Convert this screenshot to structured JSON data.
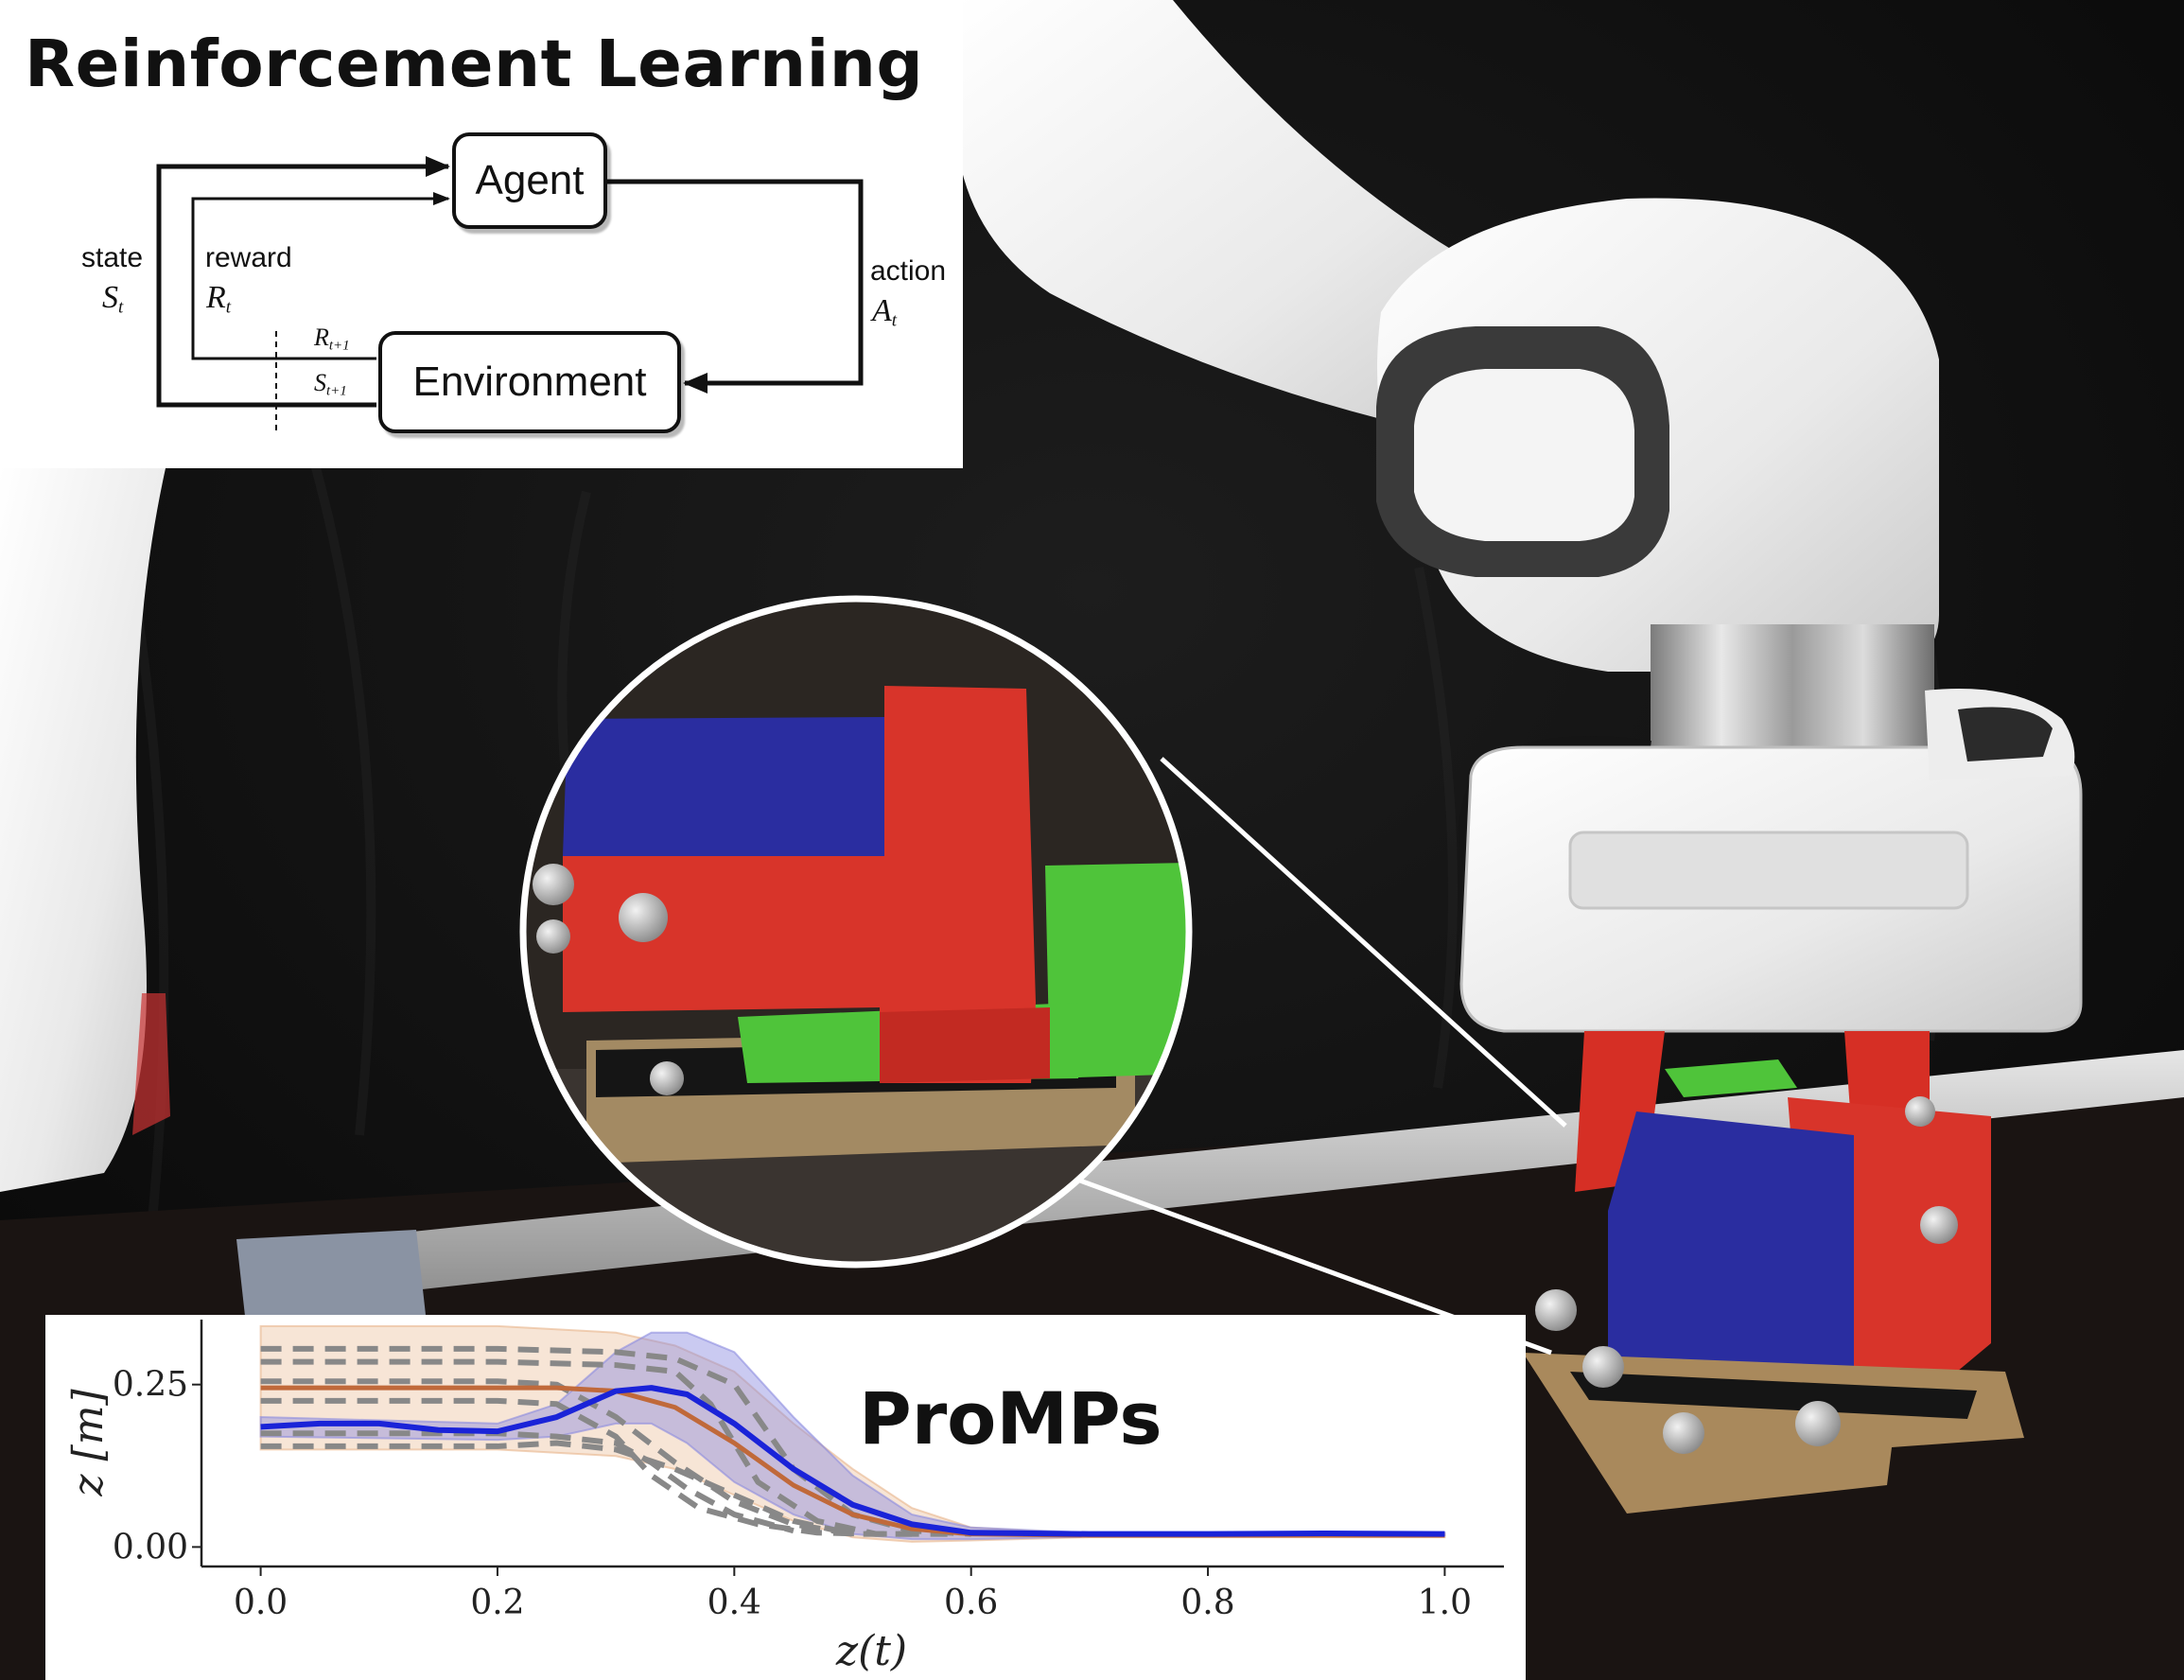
{
  "diagram": {
    "title": "Reinforcement Learning",
    "nodes": {
      "agent": "Agent",
      "environment": "Environment"
    },
    "labels": {
      "state": "state",
      "state_sym": "S",
      "state_sub": "t",
      "reward": "reward",
      "reward_sym": "R",
      "reward_sub": "t",
      "action": "action",
      "action_sym": "A",
      "action_sub": "t",
      "next_reward_sym": "R",
      "next_reward_sub": "t+1",
      "next_state_sym": "S",
      "next_state_sub": "t+1"
    }
  },
  "photo": {
    "subject": "robot arm gripper holding colored 3D-printed blocks",
    "block_colors": {
      "red": "#d9332a",
      "blue": "#2c2fa0",
      "green": "#4fc43a"
    },
    "background": "#111111"
  },
  "plot_label": "ProMPs",
  "chart_data": {
    "type": "line",
    "xlabel": "z(t)",
    "ylabel": "z [m]",
    "xlim": [
      -0.05,
      1.05
    ],
    "ylim": [
      -0.03,
      0.35
    ],
    "x_ticks": [
      "0.0",
      "0.2",
      "0.4",
      "0.6",
      "0.8",
      "1.0"
    ],
    "y_ticks": [
      "0.00",
      "0.25"
    ],
    "x_tick_values": [
      0,
      0.2,
      0.4,
      0.6,
      0.8,
      1.0
    ],
    "y_tick_values": [
      0,
      0.25
    ],
    "grid": false,
    "series": [
      {
        "role": "demonstration",
        "color": "#888888",
        "dashed": true,
        "x": [
          0,
          0.2,
          0.3,
          0.35,
          0.4,
          0.45,
          0.5,
          0.55,
          0.6
        ],
        "y": [
          0.305,
          0.305,
          0.3,
          0.29,
          0.25,
          0.12,
          0.05,
          0.025,
          0.02
        ]
      },
      {
        "role": "demonstration",
        "color": "#888888",
        "dashed": true,
        "x": [
          0,
          0.2,
          0.3,
          0.35,
          0.38,
          0.42,
          0.47,
          0.52,
          0.58
        ],
        "y": [
          0.285,
          0.285,
          0.28,
          0.27,
          0.22,
          0.1,
          0.04,
          0.02,
          0.02
        ]
      },
      {
        "role": "demonstration",
        "color": "#888888",
        "dashed": true,
        "x": [
          0,
          0.2,
          0.25,
          0.3,
          0.35,
          0.4,
          0.45,
          0.5,
          0.55
        ],
        "y": [
          0.255,
          0.255,
          0.25,
          0.2,
          0.13,
          0.07,
          0.035,
          0.02,
          0.02
        ]
      },
      {
        "role": "demonstration",
        "color": "#888888",
        "dashed": true,
        "x": [
          0,
          0.2,
          0.25,
          0.3,
          0.33,
          0.37,
          0.42,
          0.47,
          0.52
        ],
        "y": [
          0.225,
          0.225,
          0.22,
          0.17,
          0.11,
          0.06,
          0.035,
          0.022,
          0.02
        ]
      },
      {
        "role": "demonstration",
        "color": "#888888",
        "dashed": true,
        "x": [
          0,
          0.2,
          0.25,
          0.3,
          0.35,
          0.4,
          0.45,
          0.5
        ],
        "y": [
          0.155,
          0.155,
          0.16,
          0.15,
          0.12,
          0.08,
          0.04,
          0.02
        ]
      },
      {
        "role": "demonstration",
        "color": "#888888",
        "dashed": true,
        "x": [
          0,
          0.2,
          0.25,
          0.3,
          0.33,
          0.36,
          0.4,
          0.45
        ],
        "y": [
          0.175,
          0.175,
          0.17,
          0.16,
          0.13,
          0.09,
          0.05,
          0.025
        ]
      },
      {
        "role": "prior mean",
        "color": "#c0693a",
        "dashed": false,
        "x": [
          0,
          0.1,
          0.2,
          0.25,
          0.3,
          0.35,
          0.4,
          0.45,
          0.5,
          0.55,
          0.6,
          0.7,
          1.0
        ],
        "y": [
          0.245,
          0.245,
          0.245,
          0.245,
          0.24,
          0.215,
          0.16,
          0.095,
          0.05,
          0.028,
          0.02,
          0.018,
          0.018
        ]
      },
      {
        "role": "conditioned mean",
        "color": "#1a23d8",
        "dashed": false,
        "x": [
          0,
          0.05,
          0.1,
          0.15,
          0.2,
          0.25,
          0.3,
          0.33,
          0.36,
          0.4,
          0.45,
          0.5,
          0.55,
          0.6,
          0.7,
          0.8,
          0.9,
          1.0
        ],
        "y": [
          0.185,
          0.19,
          0.19,
          0.18,
          0.178,
          0.2,
          0.24,
          0.245,
          0.235,
          0.19,
          0.12,
          0.065,
          0.035,
          0.022,
          0.02,
          0.02,
          0.021,
          0.02
        ]
      }
    ],
    "bands": [
      {
        "role": "prior variance",
        "color": "#e8b48a",
        "opacity": 0.35,
        "x": [
          0,
          0.2,
          0.3,
          0.35,
          0.4,
          0.45,
          0.5,
          0.55,
          0.6,
          0.7,
          1.0
        ],
        "upper": [
          0.34,
          0.34,
          0.33,
          0.31,
          0.27,
          0.19,
          0.12,
          0.06,
          0.03,
          0.02,
          0.02
        ],
        "lower": [
          0.15,
          0.15,
          0.14,
          0.12,
          0.08,
          0.04,
          0.015,
          0.008,
          0.01,
          0.015,
          0.015
        ]
      },
      {
        "role": "conditioned variance",
        "color": "#8a8ae0",
        "opacity": 0.45,
        "x": [
          0,
          0.2,
          0.25,
          0.3,
          0.33,
          0.36,
          0.4,
          0.45,
          0.5,
          0.55,
          0.6,
          0.7,
          1.0
        ],
        "upper": [
          0.2,
          0.19,
          0.22,
          0.3,
          0.33,
          0.33,
          0.3,
          0.2,
          0.11,
          0.05,
          0.03,
          0.022,
          0.022
        ],
        "lower": [
          0.17,
          0.165,
          0.17,
          0.19,
          0.19,
          0.16,
          0.1,
          0.05,
          0.02,
          0.012,
          0.012,
          0.016,
          0.018
        ]
      }
    ]
  }
}
